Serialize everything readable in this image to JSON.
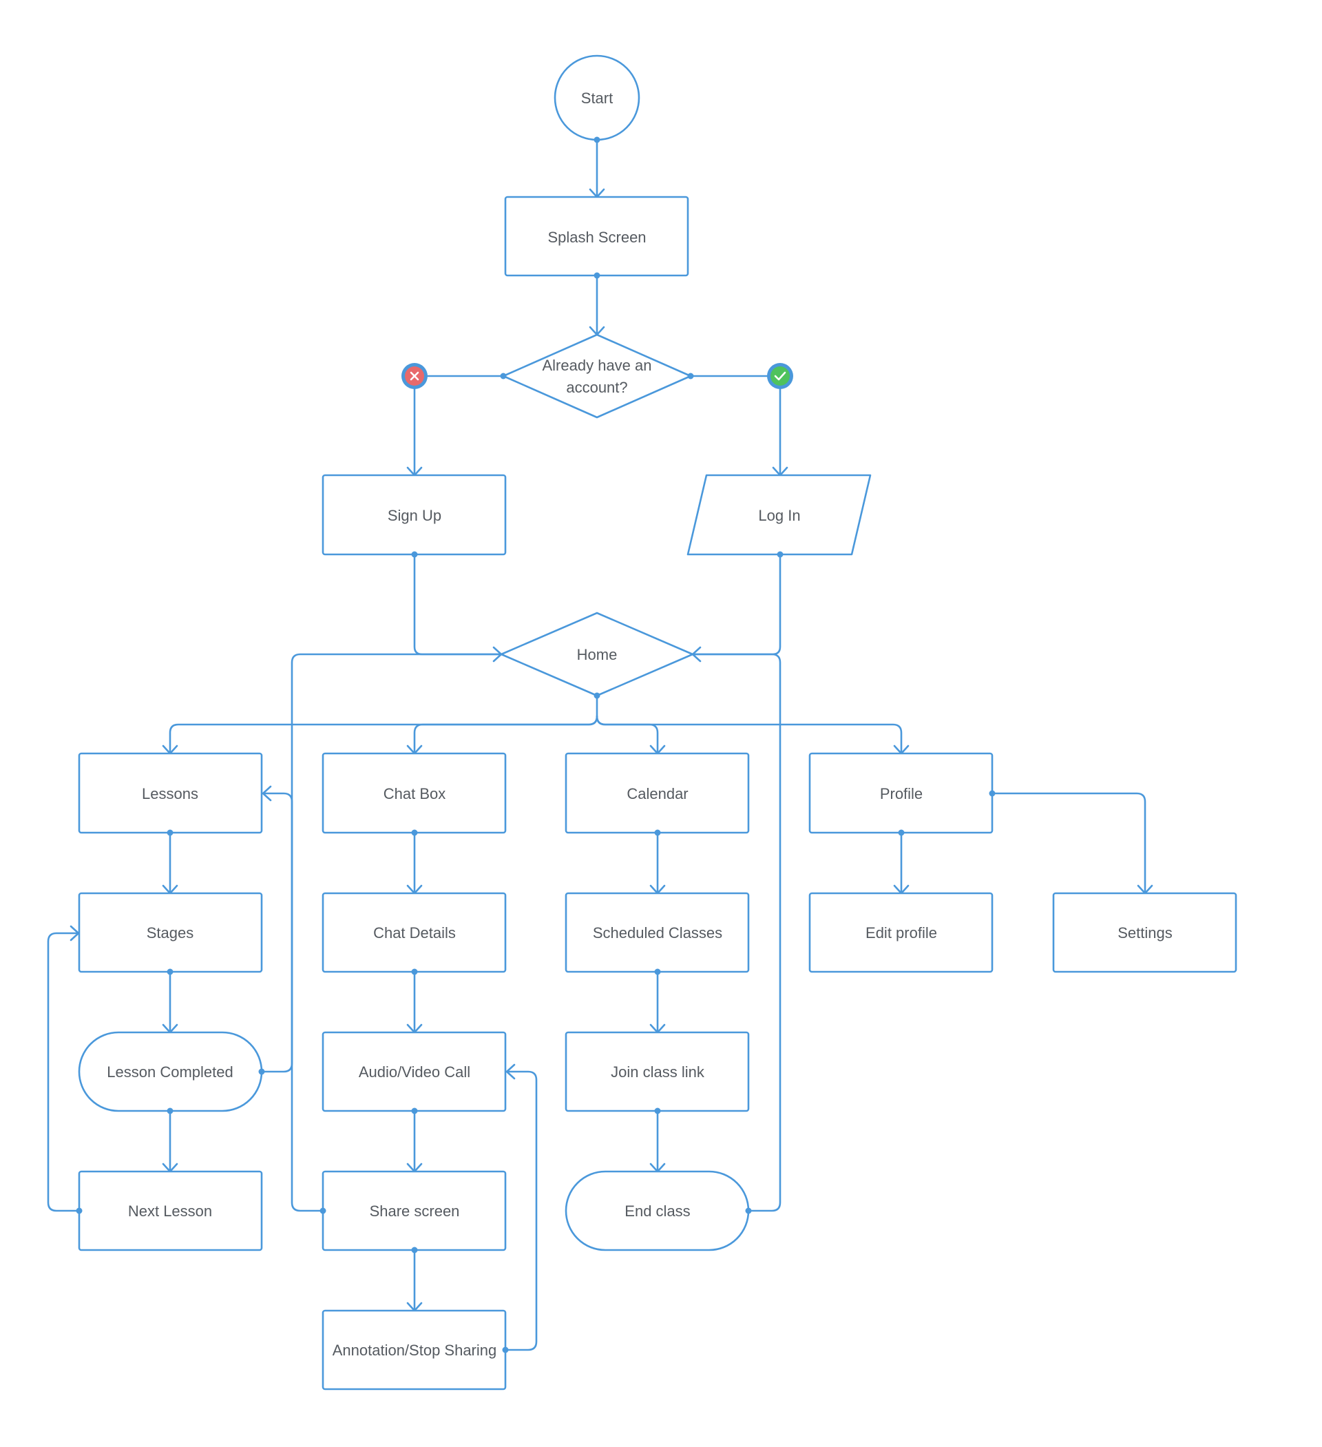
{
  "colors": {
    "line": "#4a98db",
    "text": "#555a60",
    "no": "#e8696b",
    "yes": "#4fc25d",
    "background": "#ffffff"
  },
  "nodes": {
    "start": "Start",
    "splash": "Splash Screen",
    "decision_line1": "Already have an",
    "decision_line2": "account?",
    "signup": "Sign Up",
    "login": "Log In",
    "home": "Home",
    "lessons": "Lessons",
    "chatbox": "Chat Box",
    "calendar": "Calendar",
    "profile": "Profile",
    "stages": "Stages",
    "chat_details": "Chat Details",
    "scheduled": "Scheduled Classes",
    "edit_profile": "Edit profile",
    "settings": "Settings",
    "lesson_completed": "Lesson Completed",
    "av_call": "Audio/Video Call",
    "join_link": "Join class link",
    "next_lesson": "Next Lesson",
    "share_screen": "Share screen",
    "end_class": "End class",
    "annotation": "Annotation/Stop Sharing"
  },
  "badges": {
    "no": "x-icon",
    "yes": "check-icon"
  }
}
